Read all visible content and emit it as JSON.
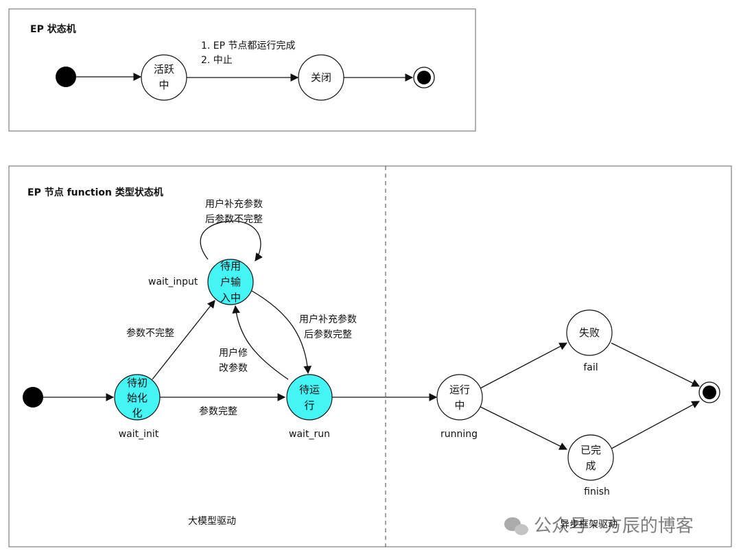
{
  "panel1": {
    "title": "EP 状态机",
    "nodes": {
      "active": [
        "活跃",
        "中"
      ],
      "closed": [
        "关闭"
      ]
    },
    "transition_label": [
      "1. EP 节点都运行完成",
      "2. 中止"
    ]
  },
  "panel2": {
    "title": "EP 节点 function 类型状态机",
    "nodes": {
      "wait_input": {
        "text": [
          "待用",
          "户输",
          "入中"
        ],
        "name": "wait_input"
      },
      "wait_init": {
        "text": [
          "待初",
          "始化",
          "化"
        ],
        "name": "wait_init"
      },
      "wait_run": {
        "text": [
          "待运",
          "行"
        ],
        "name": "wait_run"
      },
      "running": {
        "text": [
          "运行",
          "中"
        ],
        "name": "running"
      },
      "fail": {
        "text": [
          "失败"
        ],
        "name": "fail"
      },
      "finish": {
        "text": [
          "已完",
          "成"
        ],
        "name": "finish"
      }
    },
    "edges": {
      "self_loop": [
        "用户补充参数",
        "后参数不完整"
      ],
      "init_to_input": "参数不完整",
      "input_to_run": [
        "用户补充参数",
        "后参数完整"
      ],
      "run_to_input": [
        "用户修",
        "改参数"
      ],
      "init_to_run": "参数完整"
    },
    "section_labels": {
      "left": "大模型驱动",
      "right": "异步框架驱动"
    }
  },
  "watermark": "公众号 · 方辰的博客",
  "colors": {
    "active_state": "#45f5f5",
    "border": "#666666"
  }
}
